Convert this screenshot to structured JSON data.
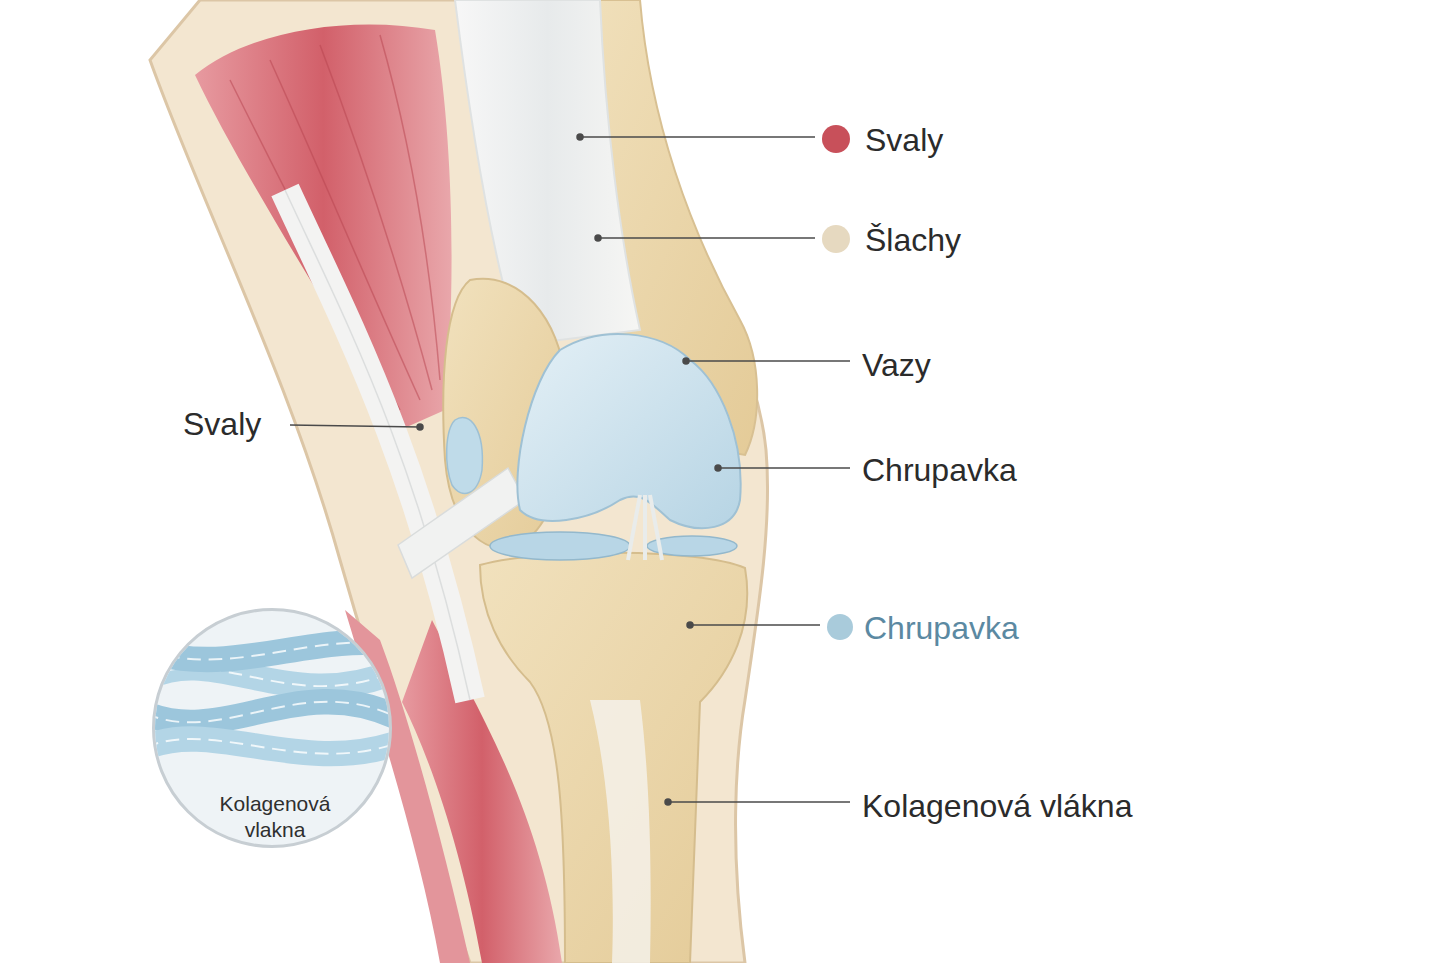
{
  "diagram": {
    "nodes": [
      {
        "text": [
          "Kolagenová vlakna"
        ]
      }
    ],
    "labels": [
      "Svaly",
      "Vazy",
      "Chrupavka",
      "Kolagenová vlákna"
    ],
    "legend": [
      {
        "text": "Svaly",
        "color": "#c8505a"
      },
      {
        "text": "Šlachy",
        "color": "#e6d9c0"
      },
      {
        "text": "Chrupavka",
        "color": "#a9cbdb"
      }
    ]
  }
}
